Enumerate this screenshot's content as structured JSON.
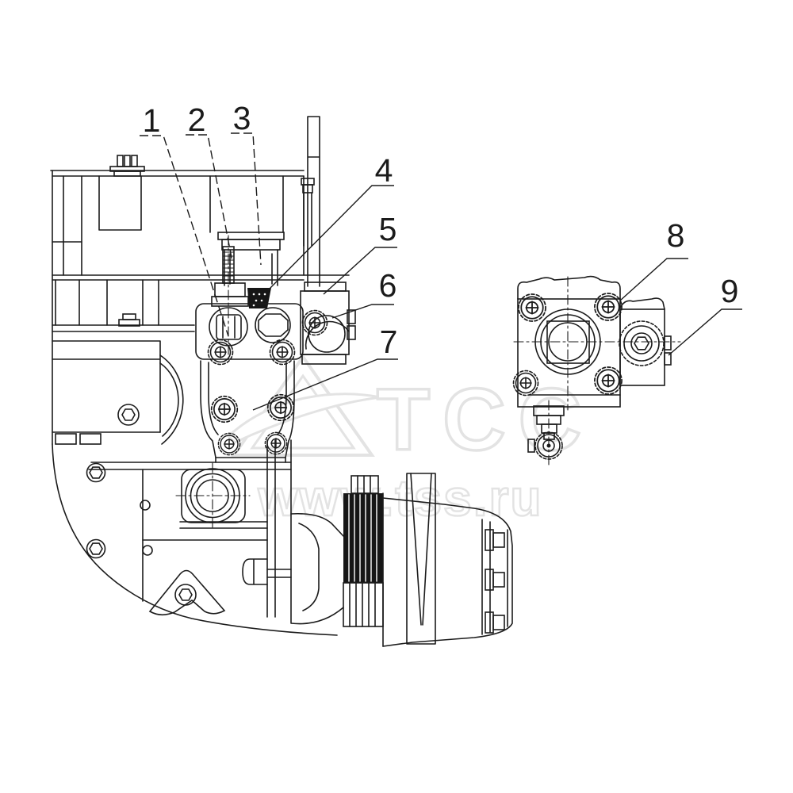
{
  "figure": {
    "kind": "engine-parts-line-drawing",
    "background_color": "#ffffff",
    "line_color": "#1b1b1b",
    "callouts": [
      {
        "label": "1"
      },
      {
        "label": "2"
      },
      {
        "label": "3"
      },
      {
        "label": "4"
      },
      {
        "label": "5"
      },
      {
        "label": "6"
      },
      {
        "label": "7"
      },
      {
        "label": "8"
      },
      {
        "label": "9"
      }
    ],
    "watermark": {
      "brand": "TCC",
      "url": "www.tss.ru",
      "color": "#e3e3e3"
    }
  }
}
